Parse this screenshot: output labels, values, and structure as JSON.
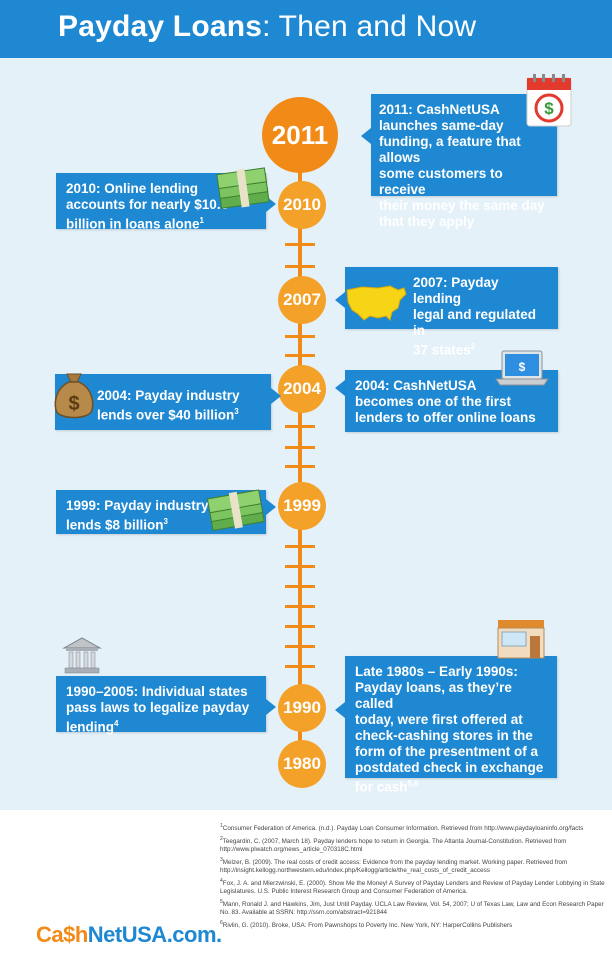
{
  "header": {
    "title_bold": "Payday Loans",
    "title_rest": ": Then and Now"
  },
  "colors": {
    "accent_blue": "#1e88d2",
    "timeline_orange": "#f28a17",
    "node_orange": "#f4a12a",
    "background": "#e4f1f9"
  },
  "timeline": {
    "years": [
      "2011",
      "2010",
      "2007",
      "2004",
      "1999",
      "1990",
      "1980"
    ],
    "events": [
      {
        "lines": [
          "2011: CashNetUSA",
          "launches same-day",
          "funding, a feature that allows",
          "some customers to receive",
          "their money the same day",
          "that they apply"
        ],
        "icon": "calendar-dollar-icon"
      },
      {
        "lines": [
          "2010: Online lending",
          "accounts for nearly $10.8",
          "billion in loans alone"
        ],
        "sup": "1",
        "icon": "money-stack-icon"
      },
      {
        "lines": [
          "2007: Payday lending",
          "legal and regulated in",
          "37 states"
        ],
        "sup": "2",
        "icon": "us-map-icon"
      },
      {
        "lines": [
          "2004: Payday industry",
          "lends over $40 billion"
        ],
        "sup": "3",
        "icon": "money-bag-icon"
      },
      {
        "lines": [
          "2004: CashNetUSA",
          "becomes one of the first",
          "lenders to offer online loans"
        ],
        "icon": "laptop-icon"
      },
      {
        "lines": [
          "1999: Payday industry",
          "lends $8 billion"
        ],
        "sup": "3",
        "icon": "money-stack-icon"
      },
      {
        "lines": [
          "1990–2005: Individual states",
          "pass laws to legalize payday",
          "lending"
        ],
        "sup": "4",
        "icon": "bank-building-icon"
      },
      {
        "lines": [
          "Late 1980s – Early 1990s:",
          "Payday loans, as they’re called",
          "today, were first offered at",
          "check-cashing stores in the",
          "form of the presentment of a",
          "postdated check in exchange",
          "for cash"
        ],
        "sup": "5,6",
        "icon": "storefront-icon"
      }
    ]
  },
  "footer": {
    "logo_part1": "Ca$h",
    "logo_part2": "NetUSA.com.",
    "footnotes": [
      {
        "sup": "1",
        "text": "Consumer Federation of America. (n.d.). Payday Loan Consumer Information. Retrieved from http://www.paydayloaninfo.org/facts"
      },
      {
        "sup": "2",
        "text": "Teegardin, C. (2007, March 18). Payday lenders hope to return in Georgia. The Atlanta Journal-Constitution. Retrieved from http://www.plwatch.org/news_article_070318C.html"
      },
      {
        "sup": "3",
        "text": "Melzer, B. (2009). The real costs of credit access: Evidence from the payday lending market. Working paper. Retrieved from http://insight.kellogg.northwestern.edu/index.php/Kellogg/article/the_real_costs_of_credit_access"
      },
      {
        "sup": "4",
        "text": "Fox, J. A. and Mierzwinski, E. (2000). Show Me the Money! A Survey of Payday Lenders and Review of Payday Lender Lobbying in State Legislatures. U.S. Public Interest Research Group and Consumer Federation of America."
      },
      {
        "sup": "5",
        "text": "Mann, Ronald J. and Hawkins, Jim, Just Until Payday. UCLA Law Review, Vol. 54, 2007; U of Texas Law, Law and Econ Research Paper No. 83. Available at SSRN: http://ssrn.com/abstract=921844"
      },
      {
        "sup": "6",
        "text": "Rivlin, G. (2010). Broke, USA: From Pawnshops to Poverty Inc. New York, NY: HarperCollins Publishers"
      }
    ]
  }
}
